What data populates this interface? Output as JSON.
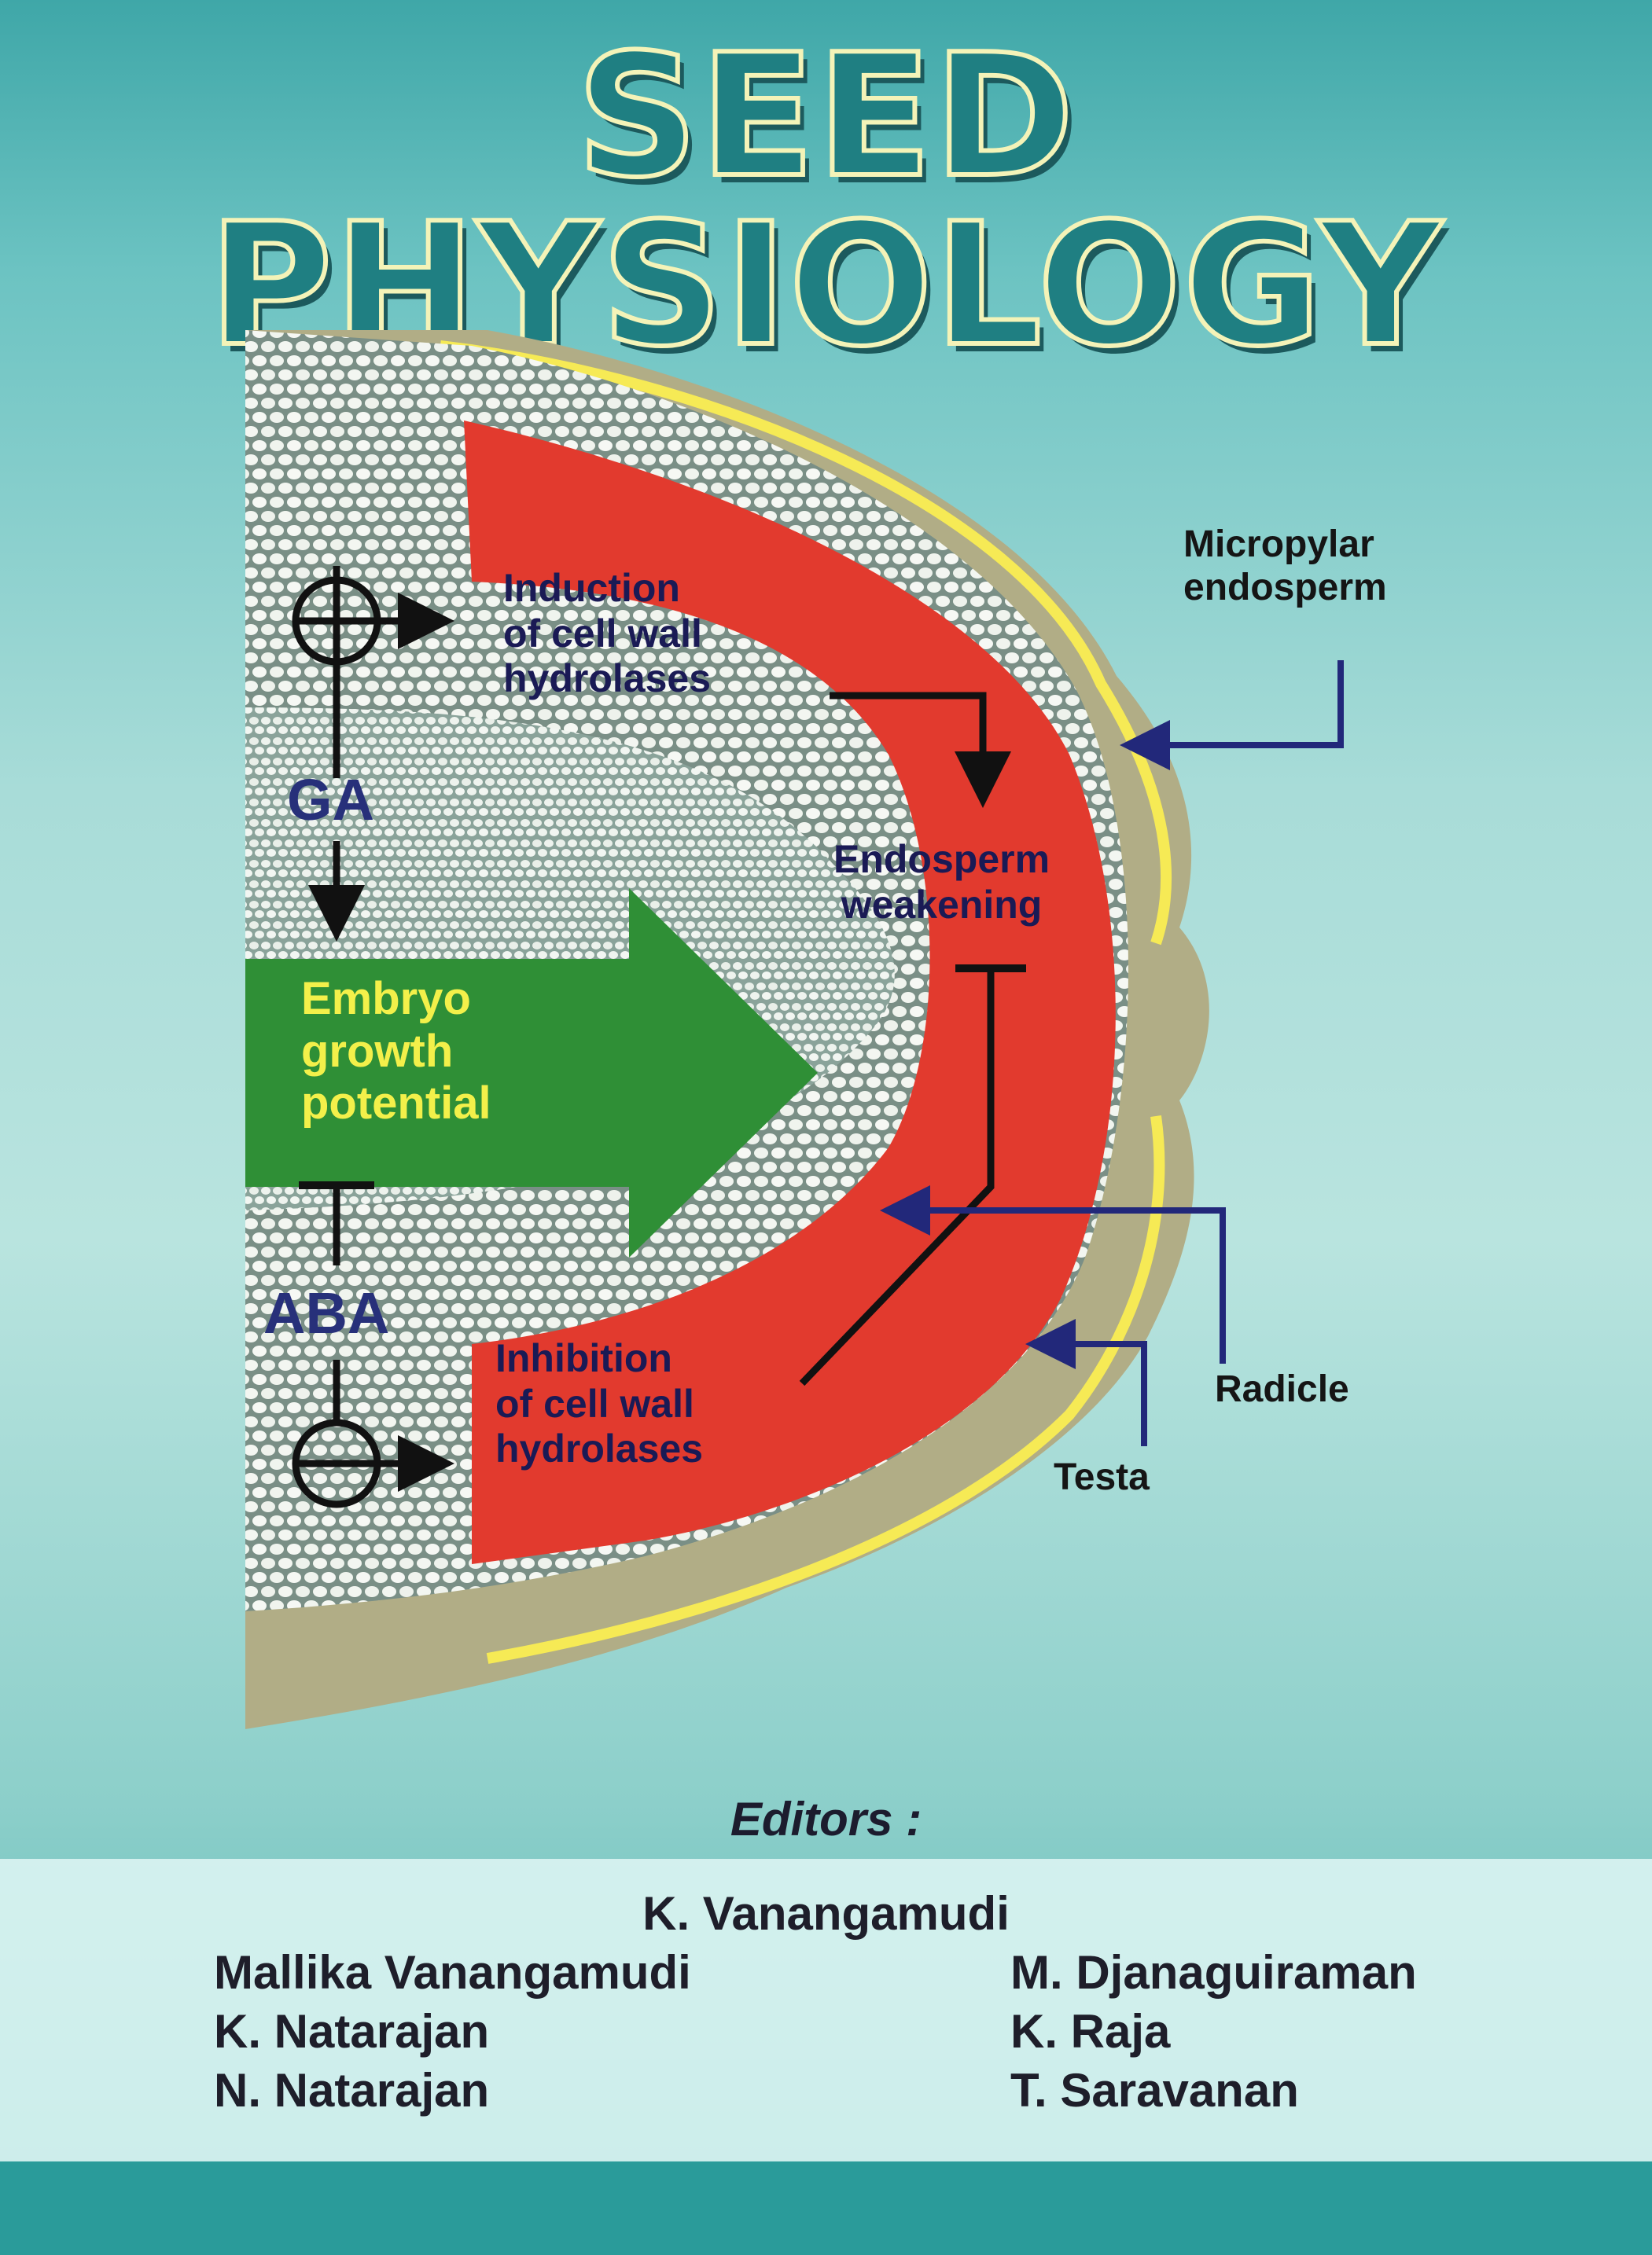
{
  "title": "SEED PHYSIOLOGY",
  "diagram": {
    "induction": [
      "Induction",
      "of cell wall",
      "hydrolases"
    ],
    "inhibition": [
      "Inhibition",
      "of cell wall",
      "hydrolases"
    ],
    "weakening": [
      "Endosperm",
      "weakening"
    ],
    "embryo": [
      "Embryo",
      "growth",
      "potential"
    ],
    "ga": "GA",
    "aba": "ABA",
    "micropylar": [
      "Micropylar",
      "endosperm"
    ],
    "radicle": "Radicle",
    "testa": "Testa"
  },
  "editors_heading": "Editors :",
  "editors": {
    "lead": "K. Vanangamudi",
    "left": [
      "Mallika Vanangamudi",
      "K. Natarajan",
      "N. Natarajan"
    ],
    "right": [
      "M. Djanaguiraman",
      "K. Raja",
      "T. Saravanan"
    ]
  }
}
